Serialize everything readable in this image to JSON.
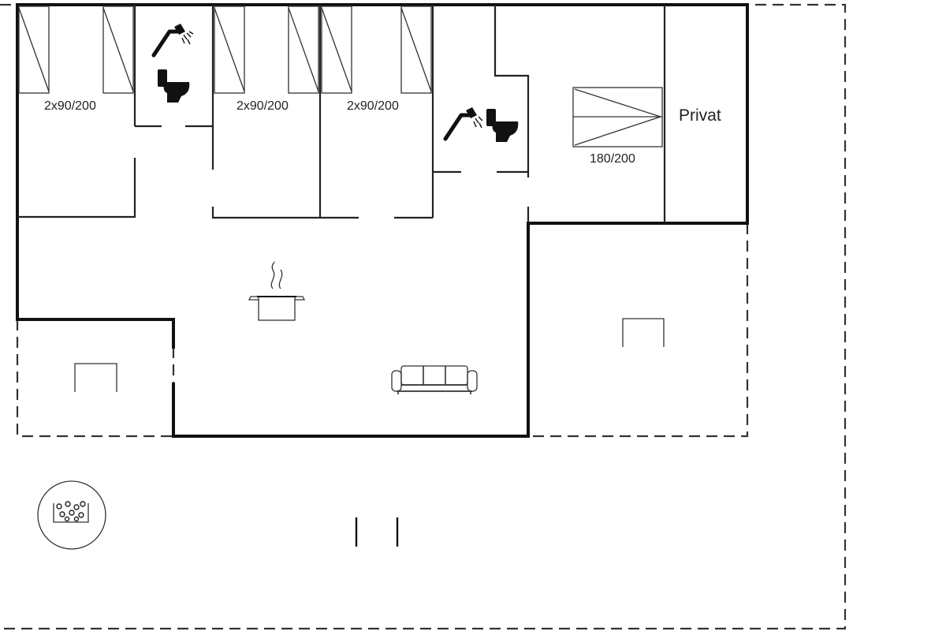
{
  "labels": {
    "bed_room_1": "2x90/200",
    "bed_room_2": "2x90/200",
    "bed_room_3": "2x90/200",
    "master_bed": "180/200",
    "private_room": "Privat"
  },
  "icons": [
    "shower-icon",
    "toilet-icon",
    "cooking-pot-icon",
    "sofa-icon",
    "hot-tub-icon",
    "table-icon",
    "door-opening-icon"
  ],
  "colors": {
    "wall": "#111111",
    "background": "#ffffff"
  }
}
